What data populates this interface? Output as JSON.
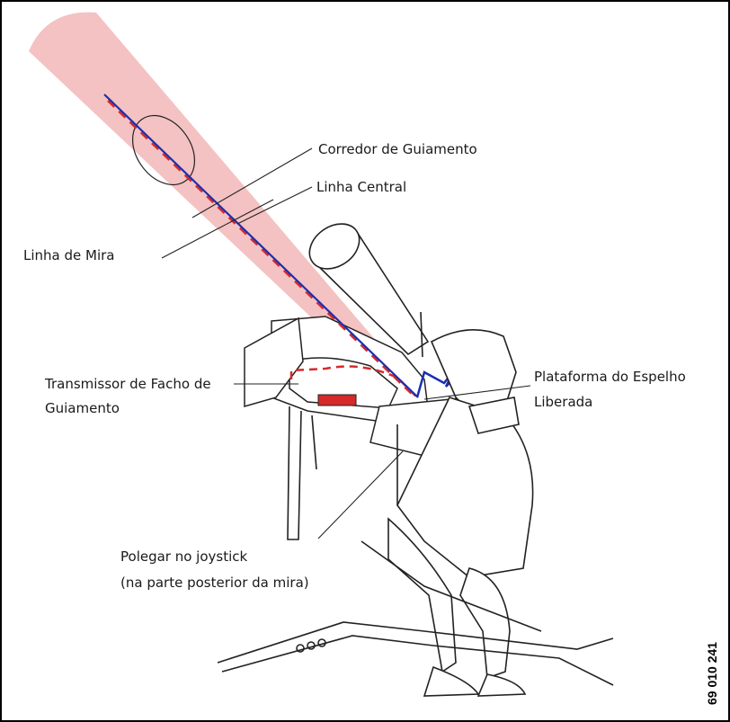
{
  "labels": {
    "corredor": "Corredor de Guiamento",
    "linha_central": "Linha Central",
    "linha_mira": "Linha de Mira",
    "transmissor_1": "Transmissor de Facho de",
    "transmissor_2": "Guiamento",
    "plataforma_1": "Plataforma do Espelho",
    "plataforma_2": "Liberada",
    "polegar_1": "Polegar no joystick",
    "polegar_2": "(na parte posterior da mira)"
  },
  "reference_number": "69 010 241",
  "colors": {
    "corridor_fill": "#f4c2c2",
    "center_line": "#d62a2a",
    "sight_line": "#1b2fb0",
    "ink": "#222222"
  }
}
